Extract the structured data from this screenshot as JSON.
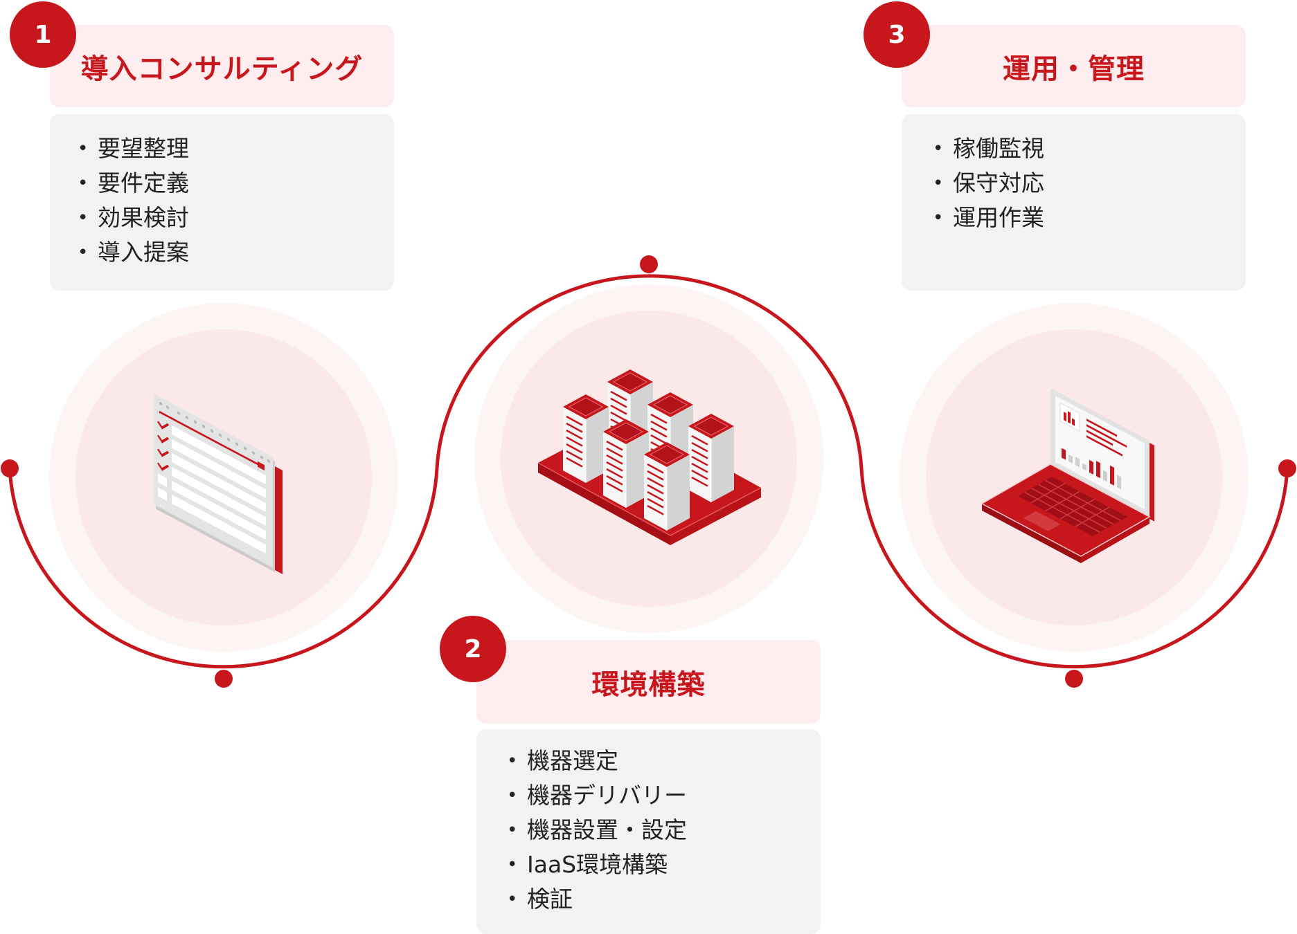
{
  "colors": {
    "accent": "#c8161d",
    "title_background": "#fdedee",
    "items_background": "#f2f2f2",
    "circle_outer": "#fdf4f4",
    "circle_inner": "#fbe9e9",
    "text": "#222222"
  },
  "steps": [
    {
      "number": "1",
      "title": "導入コンサルティング",
      "icon": "checklist-document-icon",
      "items": [
        "要望整理",
        "要件定義",
        "効果検討",
        "導入提案"
      ]
    },
    {
      "number": "2",
      "title": "環境構築",
      "icon": "server-rack-icon",
      "items": [
        "機器選定",
        "機器デリバリー",
        "機器設置・設定",
        "IaaS環境構築",
        "検証"
      ]
    },
    {
      "number": "3",
      "title": "運用・管理",
      "icon": "laptop-dashboard-icon",
      "items": [
        "稼働監視",
        "保守対応",
        "運用作業"
      ]
    }
  ]
}
